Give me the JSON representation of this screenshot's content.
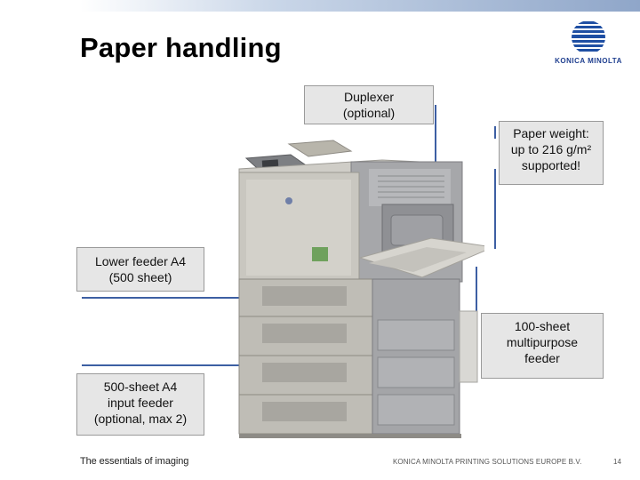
{
  "slide": {
    "title": "Paper handling",
    "page_number": "14"
  },
  "logo": {
    "text": "KONICA MINOLTA",
    "color": "#1f3f8f",
    "icon": "konica-minolta-globe-logo"
  },
  "callouts": {
    "duplexer": [
      "Duplexer",
      "(optional)"
    ],
    "paper_weight": [
      "Paper weight:",
      "up to 216 g/m²",
      "supported!"
    ],
    "lower_feeder": [
      "Lower feeder A4",
      "(500 sheet)"
    ],
    "multipurpose": [
      "100-sheet",
      "multipurpose",
      "feeder"
    ],
    "input_feeder": [
      "500-sheet A4",
      "input feeder",
      "(optional, max 2)"
    ]
  },
  "footer": {
    "tagline": "The essentials of imaging",
    "company": "KONICA MINOLTA PRINTING SOLUTIONS EUROPE B.V."
  },
  "colors": {
    "leader_line": "#3d5fa3",
    "callout_bg": "#e6e6e6"
  }
}
